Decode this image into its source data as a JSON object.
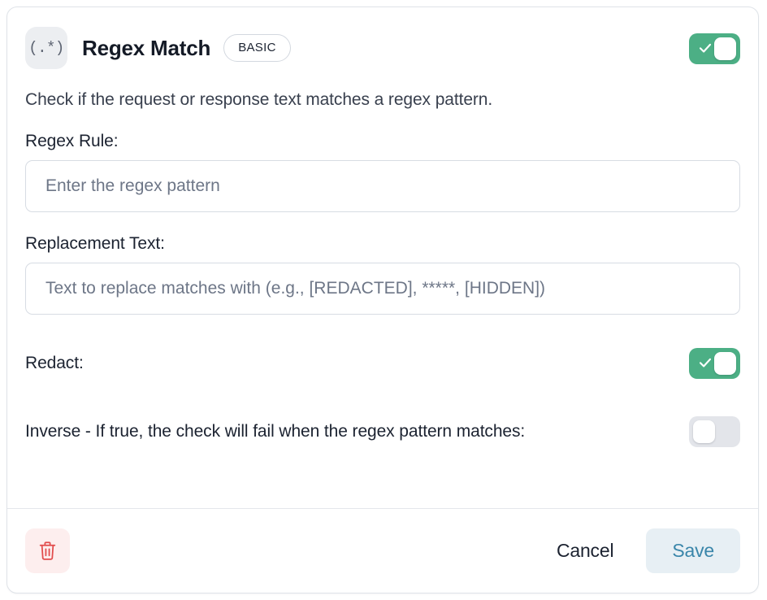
{
  "card": {
    "icon_glyph": "(.*)",
    "title": "Regex Match",
    "badge": "BASIC",
    "description": "Check if the request or response text matches a regex pattern.",
    "enabled_toggle": {
      "name": "enabled",
      "state": "on"
    }
  },
  "fields": {
    "regex_rule": {
      "label": "Regex Rule:",
      "placeholder": "Enter the regex pattern",
      "value": ""
    },
    "replacement_text": {
      "label": "Replacement Text:",
      "placeholder": "Text to replace matches with (e.g., [REDACTED], *****, [HIDDEN])",
      "value": ""
    }
  },
  "switches": {
    "redact": {
      "label": "Redact:",
      "state": "on"
    },
    "inverse": {
      "label": "Inverse - If true, the check will fail when the regex pattern matches:",
      "state": "off"
    }
  },
  "footer": {
    "delete_icon": "trash-icon",
    "cancel_label": "Cancel",
    "save_label": "Save"
  },
  "colors": {
    "toggle_on": "#4caf85",
    "toggle_off": "#e3e5ea",
    "save_text": "#3a86aa",
    "save_bg": "#e7eff4",
    "delete_bg": "#fdeeee",
    "delete_icon": "#e24c4c",
    "card_border": "#dfe3e8"
  }
}
